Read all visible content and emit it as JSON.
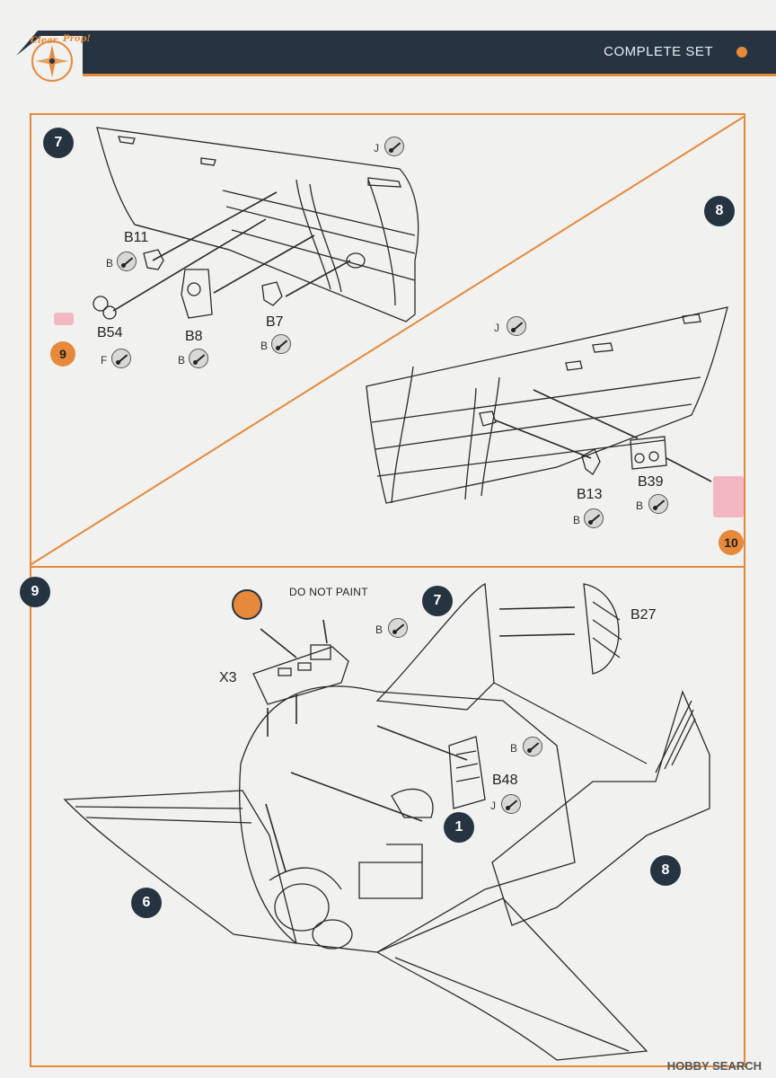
{
  "header": {
    "brand_line1": "Clear",
    "brand_line2": "Prop!",
    "title": "COMPLETE SET"
  },
  "colors": {
    "accent": "#e6893b",
    "header_bg": "#263341",
    "badge_bg": "#263341"
  },
  "top_section": {
    "left_step": {
      "number": "7"
    },
    "right_step": {
      "number": "8"
    },
    "left_parts": [
      {
        "id": "B11",
        "paint": "B"
      },
      {
        "id": "B54",
        "paint": "F"
      },
      {
        "id": "B8",
        "paint": "B"
      },
      {
        "id": "B7",
        "paint": "B"
      }
    ],
    "left_fuselage_paint": "J",
    "left_ref": "9",
    "right_parts": [
      {
        "id": "B13",
        "paint": "B"
      },
      {
        "id": "B39",
        "paint": "B"
      }
    ],
    "right_fuselage_paint": "J",
    "right_ref": "10"
  },
  "bottom_section": {
    "step": {
      "number": "9"
    },
    "do_not_paint": "DO NOT PAINT",
    "canopy_part": "X3",
    "canopy_paint": "B",
    "rudder_part": "B27",
    "seat_part": "B48",
    "seat_paint_1": "B",
    "seat_paint_2": "J",
    "sub_refs": [
      "7",
      "1",
      "8",
      "6"
    ]
  },
  "icons": {
    "paint": "paint-brush-icon",
    "cut": "cut-sprue-icon",
    "logo": "propeller-logo-icon"
  },
  "watermark": "HOBBY SEARCH"
}
